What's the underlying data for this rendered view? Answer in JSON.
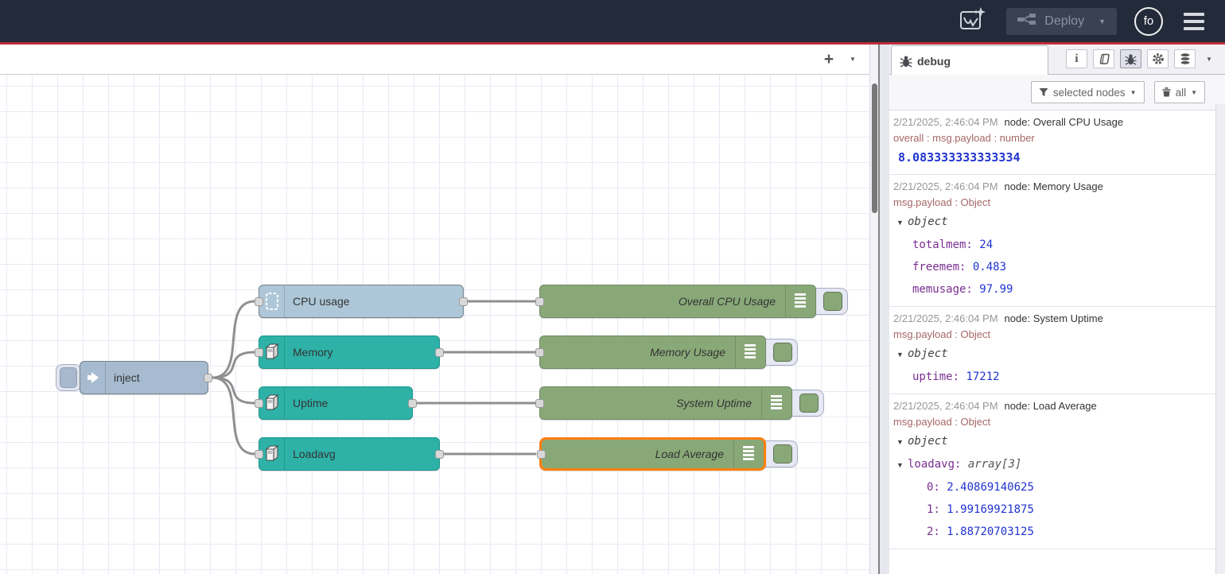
{
  "colors": {
    "header_bg": "#232b3a",
    "header_accent_line": "#bf2c38",
    "node_inject": "#a6bbcf",
    "node_cpu": "#aec7d8",
    "node_os_teal": "#2eb2a8",
    "node_debug_green": "#89a878",
    "selection_orange": "#ff7f0e",
    "wire": "#8f8f8f",
    "debug_key_purple": "#792e90",
    "debug_number_blue": "#2033d0",
    "debug_meta_red": "#a66666"
  },
  "header": {
    "deploy_label": "Deploy",
    "avatar_label": "fo"
  },
  "canvas": {
    "add_flow_label": "+",
    "nodes": [
      {
        "label": "inject"
      },
      {
        "label": "CPU usage"
      },
      {
        "label": "Memory"
      },
      {
        "label": "Uptime"
      },
      {
        "label": "Loadavg"
      },
      {
        "label": "Overall CPU Usage"
      },
      {
        "label": "Memory Usage"
      },
      {
        "label": "System Uptime"
      },
      {
        "label": "Load Average",
        "selected": true
      }
    ]
  },
  "sidebar": {
    "tab_label": "debug",
    "filter_label": "selected nodes",
    "clear_label": "all",
    "messages": [
      {
        "timestamp": "2/21/2025, 2:46:04 PM",
        "source": "node: Overall CPU Usage",
        "meta": "overall : msg.payload : number",
        "value": "8.083333333333334"
      },
      {
        "timestamp": "2/21/2025, 2:46:04 PM",
        "source": "node: Memory Usage",
        "meta": "msg.payload : Object",
        "rows": [
          {
            "caret": "▼",
            "label": "object"
          },
          {
            "key": "totalmem:",
            "value": "24"
          },
          {
            "key": "freemem:",
            "value": "0.483"
          },
          {
            "key": "memusage:",
            "value": "97.99"
          }
        ]
      },
      {
        "timestamp": "2/21/2025, 2:46:04 PM",
        "source": "node: System Uptime",
        "meta": "msg.payload : Object",
        "rows": [
          {
            "caret": "▼",
            "label": "object"
          },
          {
            "key": "uptime:",
            "value": "17212"
          }
        ]
      },
      {
        "timestamp": "2/21/2025, 2:46:04 PM",
        "source": "node: Load Average",
        "meta": "msg.payload : Object",
        "rows": [
          {
            "caret": "▼",
            "label": "object"
          },
          {
            "caret": "▼",
            "key": "loadavg:",
            "type": "array[3]"
          },
          {
            "key": "0:",
            "value": "2.40869140625"
          },
          {
            "key": "1:",
            "value": "1.99169921875"
          },
          {
            "key": "2:",
            "value": "1.88720703125"
          }
        ]
      }
    ]
  }
}
